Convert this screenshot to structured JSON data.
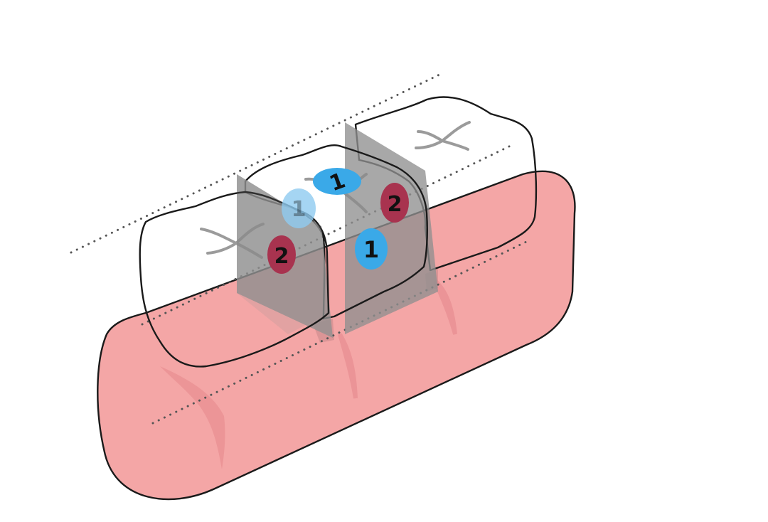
{
  "markers": [
    {
      "id": "blue-1-top",
      "label": "1",
      "color": "#3aa9e8"
    },
    {
      "id": "blue-1-faded",
      "label": "1",
      "color": "#8ecaf0"
    },
    {
      "id": "blue-1-center",
      "label": "1",
      "color": "#3aa9e8"
    },
    {
      "id": "red-2-left",
      "label": "2",
      "color": "#a8334f"
    },
    {
      "id": "red-2-right",
      "label": "2",
      "color": "#a8334f"
    }
  ],
  "colors": {
    "gum": "#f4a6a6",
    "gum_shadow": "#e98f92",
    "tooth": "#ffffff",
    "plane": "#8f8f8f",
    "outline": "#1a1a1a",
    "guide_line": "#555555"
  }
}
